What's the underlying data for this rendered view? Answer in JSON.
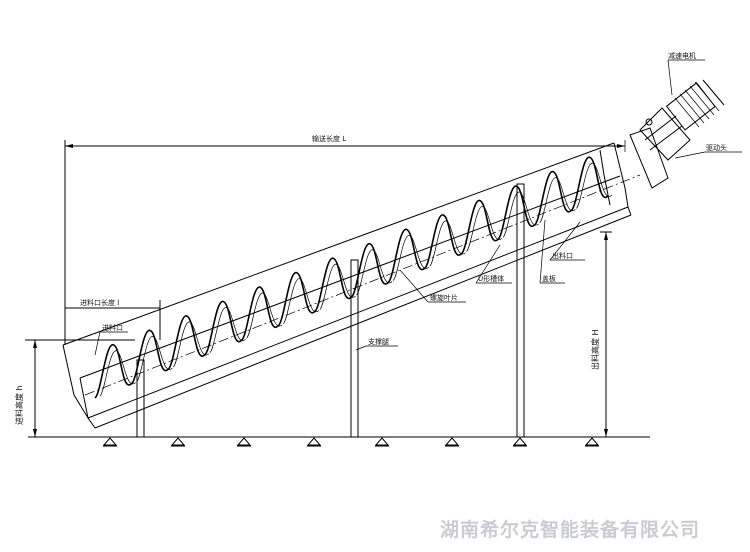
{
  "diagram": {
    "labels": {
      "motor_reducer": "减速电机",
      "drive_head": "驱动头",
      "conveyor_length": "输送长度 L",
      "inlet_length": "进料口长度 l",
      "inlet": "进料口",
      "support_leg": "支撑腿",
      "spiral_blade": "螺旋叶片",
      "u_trough": "U形槽体",
      "cover": "盖板",
      "outlet": "出料口",
      "discharge_height": "出料高度 H",
      "inlet_height": "进料高度 h"
    }
  },
  "watermark": "湖南希尔克智能装备有限公司"
}
